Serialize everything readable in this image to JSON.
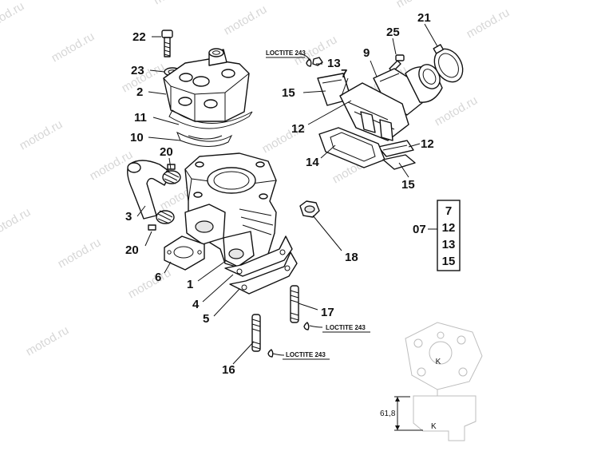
{
  "watermark": "motod.ru",
  "callouts": {
    "c1": "1",
    "c2": "2",
    "c3": "3",
    "c4": "4",
    "c5": "5",
    "c6": "6",
    "c7": "7",
    "c9": "9",
    "c10": "10",
    "c11": "11",
    "c12a": "12",
    "c12b": "12",
    "c13": "13",
    "c14": "14",
    "c15a": "15",
    "c15b": "15",
    "c16": "16",
    "c17": "17",
    "c18": "18",
    "c20a": "20",
    "c20b": "20",
    "c21": "21",
    "c22": "22",
    "c23": "23",
    "c25": "25"
  },
  "loctite": {
    "l13": "LOCTITE 243",
    "l17": "LOCTITE 243",
    "l16": "LOCTITE 243"
  },
  "kit": {
    "label": "07",
    "items": [
      "7",
      "12",
      "13",
      "15"
    ]
  },
  "detail": {
    "dimension": "61,8",
    "mark_top": "K",
    "mark_bottom": "K"
  },
  "colors": {
    "line": "#111111",
    "watermark": "#d7d7d7",
    "background": "#ffffff"
  }
}
